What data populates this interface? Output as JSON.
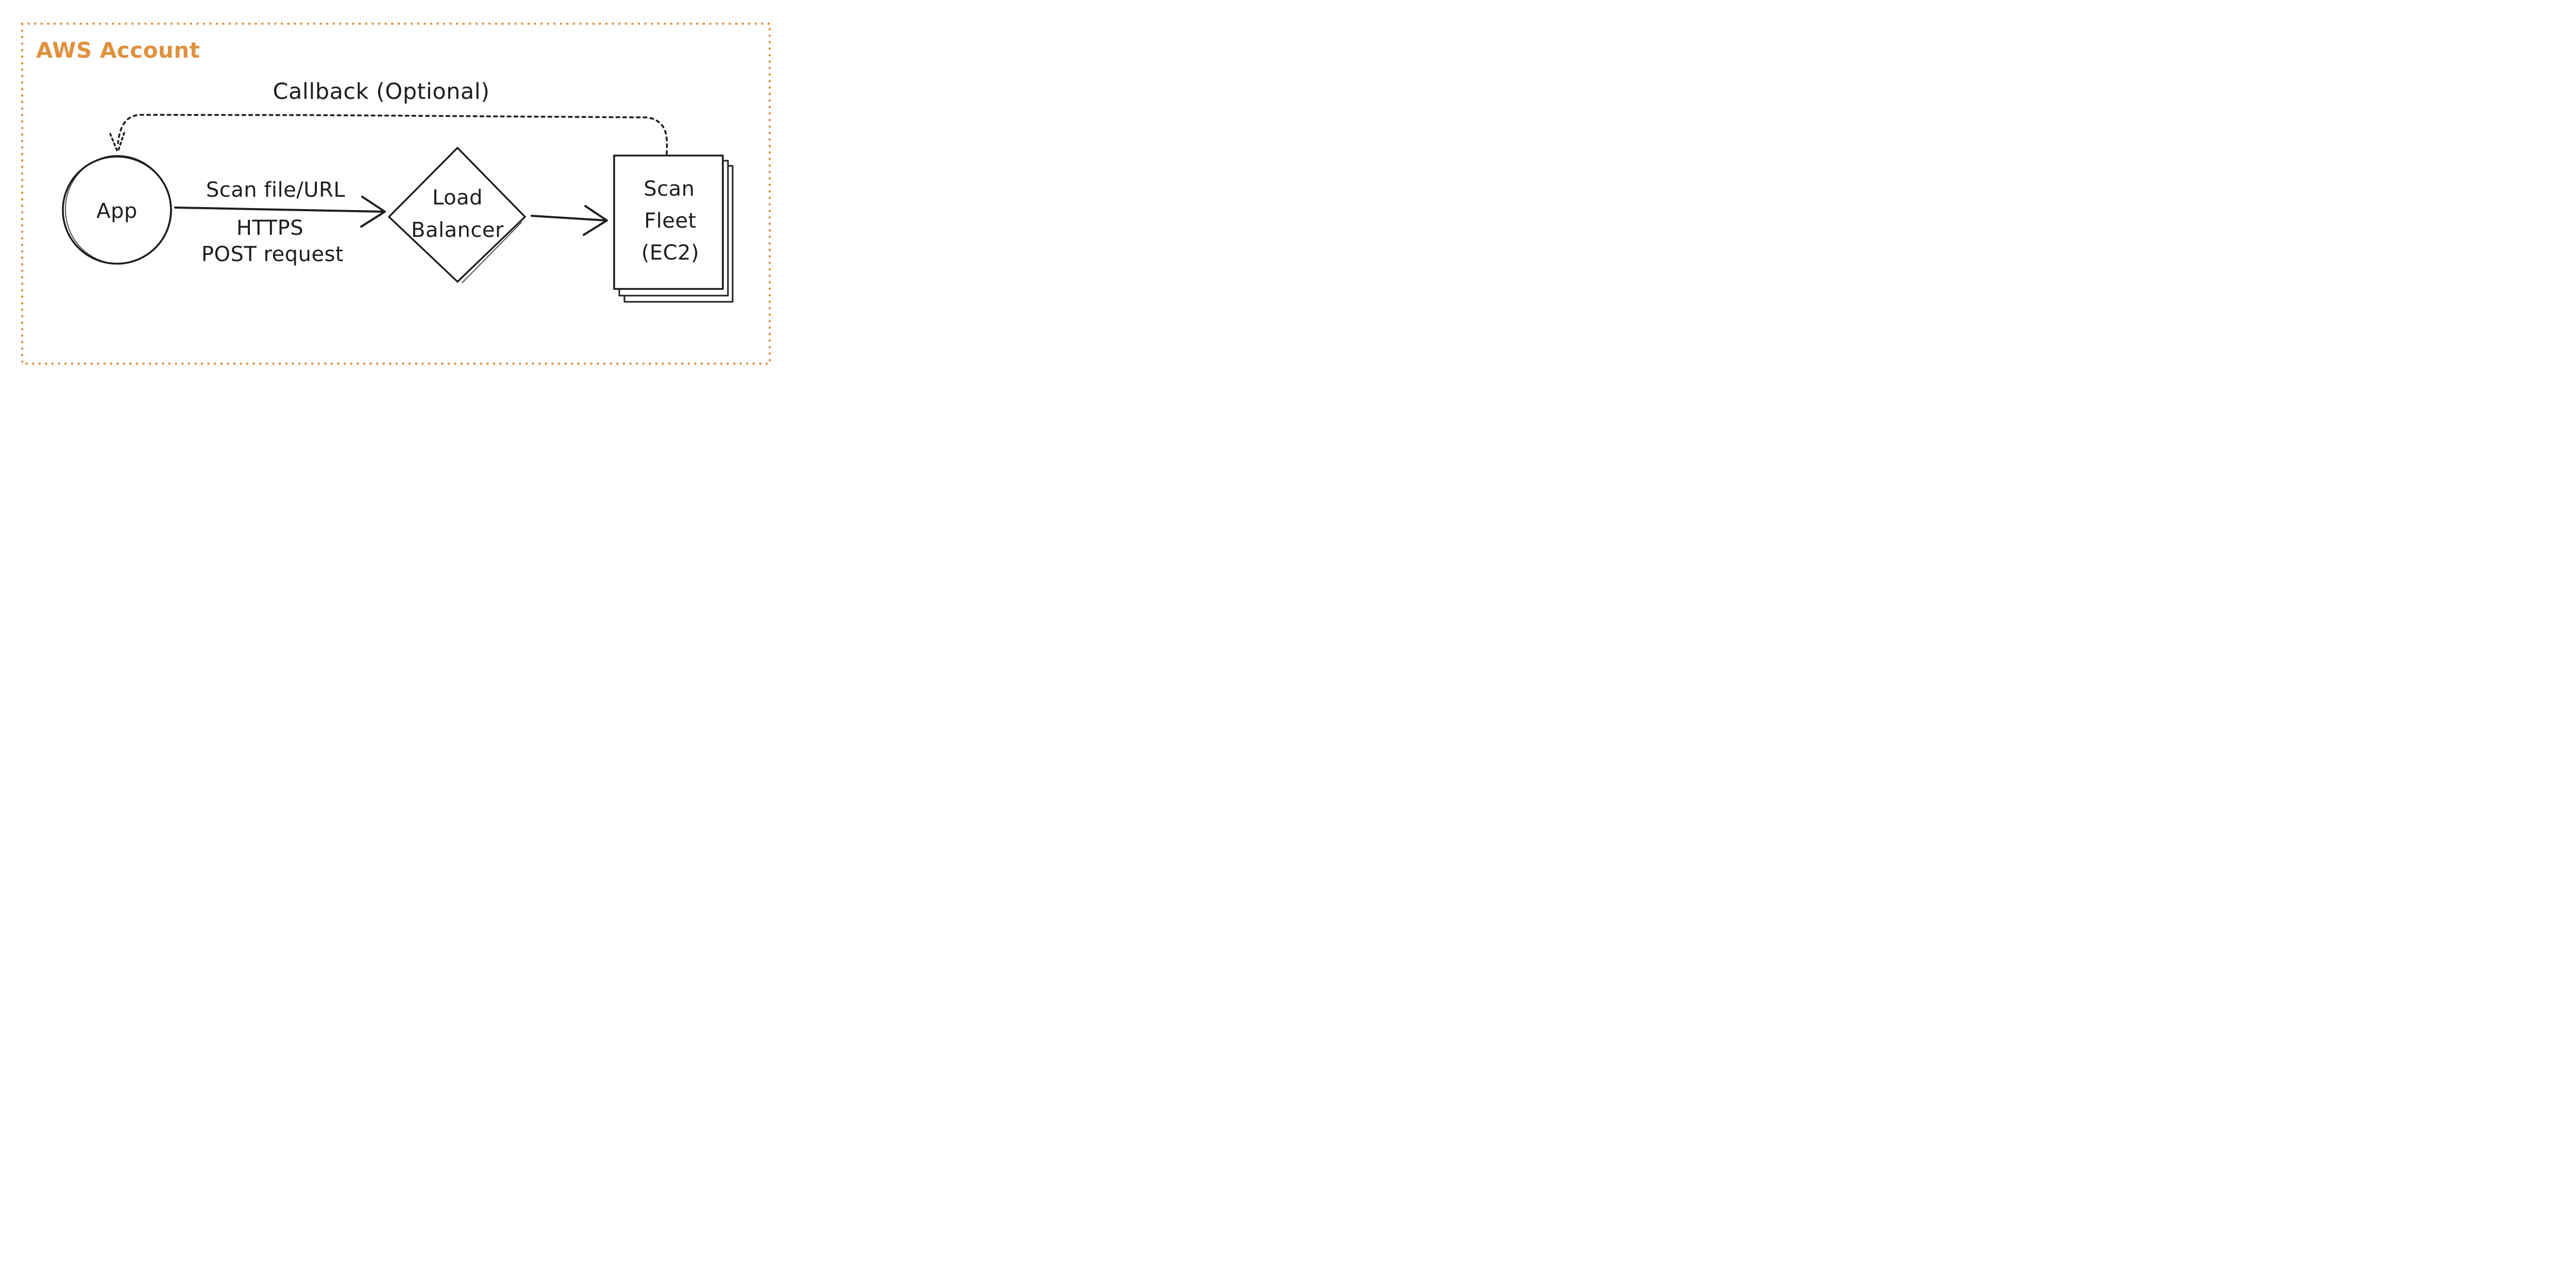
{
  "diagram": {
    "type": "flowchart",
    "container": {
      "label": "AWS Account"
    },
    "colors": {
      "accent": "#e0913e",
      "ink": "#1d1d1d",
      "background": "#ffffff"
    },
    "nodes": [
      {
        "id": "app",
        "shape": "circle",
        "label": "App"
      },
      {
        "id": "load-balancer",
        "shape": "diamond",
        "label": "Load Balancer",
        "lines": [
          "Load",
          "Balancer"
        ]
      },
      {
        "id": "scan-fleet",
        "shape": "stacked-rectangles",
        "label": "Scan Fleet (EC2)",
        "lines": [
          "Scan",
          "Fleet",
          "(EC2)"
        ]
      }
    ],
    "edges": [
      {
        "id": "scan-request",
        "from": "app",
        "to": "load-balancer",
        "style": "solid-arrow",
        "label_above": "Scan file/URL",
        "label_below_line1": "HTTPS",
        "label_below_line2": "POST request"
      },
      {
        "id": "lb-to-fleet",
        "from": "load-balancer",
        "to": "scan-fleet",
        "style": "solid-arrow"
      },
      {
        "id": "callback",
        "from": "scan-fleet",
        "to": "app",
        "style": "dotted-arrow",
        "label": "Callback (Optional)"
      }
    ]
  }
}
